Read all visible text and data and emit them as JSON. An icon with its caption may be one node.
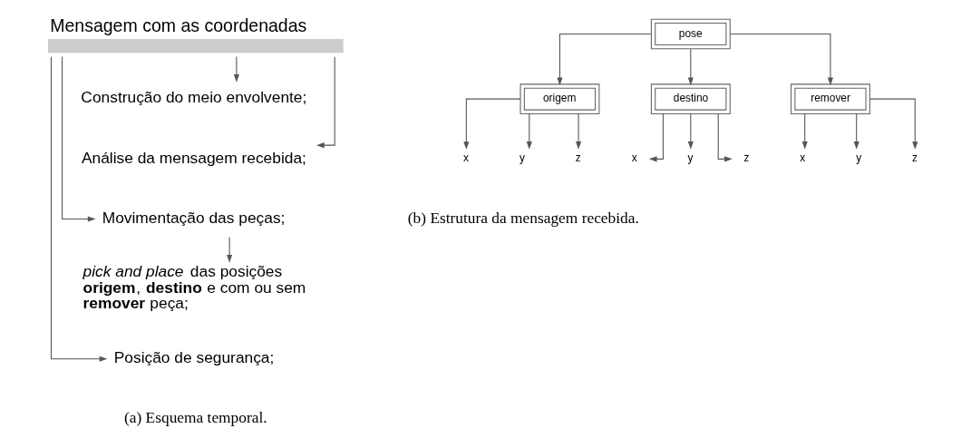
{
  "diagram": {
    "nodes": [
      {
        "text": [
          "Mensagem com as coordenadas"
        ]
      },
      {
        "text": [
          "Construção do meio envolvente;"
        ]
      },
      {
        "text": [
          "Análise da mensagem recebida;"
        ]
      },
      {
        "text": [
          "Movimentação das peças;"
        ]
      },
      {
        "text": [
          "*pick and place* das posições **origem**, **destino** e com ou sem **remover** peça;"
        ]
      },
      {
        "text": [
          "Posição de segurança;"
        ]
      },
      {
        "text": [
          "pose"
        ]
      },
      {
        "text": [
          "origem"
        ]
      },
      {
        "text": [
          "destino"
        ]
      },
      {
        "text": [
          "remover"
        ]
      },
      {
        "text": [
          "x"
        ]
      },
      {
        "text": [
          "y"
        ]
      },
      {
        "text": [
          "z"
        ]
      },
      {
        "text": [
          "x"
        ]
      },
      {
        "text": [
          "y"
        ]
      },
      {
        "text": [
          "z"
        ]
      },
      {
        "text": [
          "x"
        ]
      },
      {
        "text": [
          "y"
        ]
      },
      {
        "text": [
          "z"
        ]
      }
    ],
    "edges": [
      {
        "from": 0,
        "to": 1,
        "arrow": "to"
      },
      {
        "from": 0,
        "to": 2,
        "arrow": "to"
      },
      {
        "from": 0,
        "to": 3,
        "arrow": "to"
      },
      {
        "from": 3,
        "to": 4,
        "arrow": "to"
      },
      {
        "from": 0,
        "to": 5,
        "arrow": "to"
      },
      {
        "from": 6,
        "to": 7,
        "arrow": "to"
      },
      {
        "from": 6,
        "to": 8,
        "arrow": "to"
      },
      {
        "from": 6,
        "to": 9,
        "arrow": "to"
      },
      {
        "from": 7,
        "to": 10,
        "arrow": "to"
      },
      {
        "from": 7,
        "to": 11,
        "arrow": "to"
      },
      {
        "from": 7,
        "to": 12,
        "arrow": "to"
      },
      {
        "from": 8,
        "to": 13,
        "arrow": "to"
      },
      {
        "from": 8,
        "to": 14,
        "arrow": "to"
      },
      {
        "from": 8,
        "to": 15,
        "arrow": "to"
      },
      {
        "from": 9,
        "to": 16,
        "arrow": "to"
      },
      {
        "from": 9,
        "to": 17,
        "arrow": "to"
      },
      {
        "from": 9,
        "to": 18,
        "arrow": "to"
      }
    ],
    "labels": [
      "(a) Esquema temporal.",
      "(b) Estrutura da mensagem recebida."
    ]
  }
}
